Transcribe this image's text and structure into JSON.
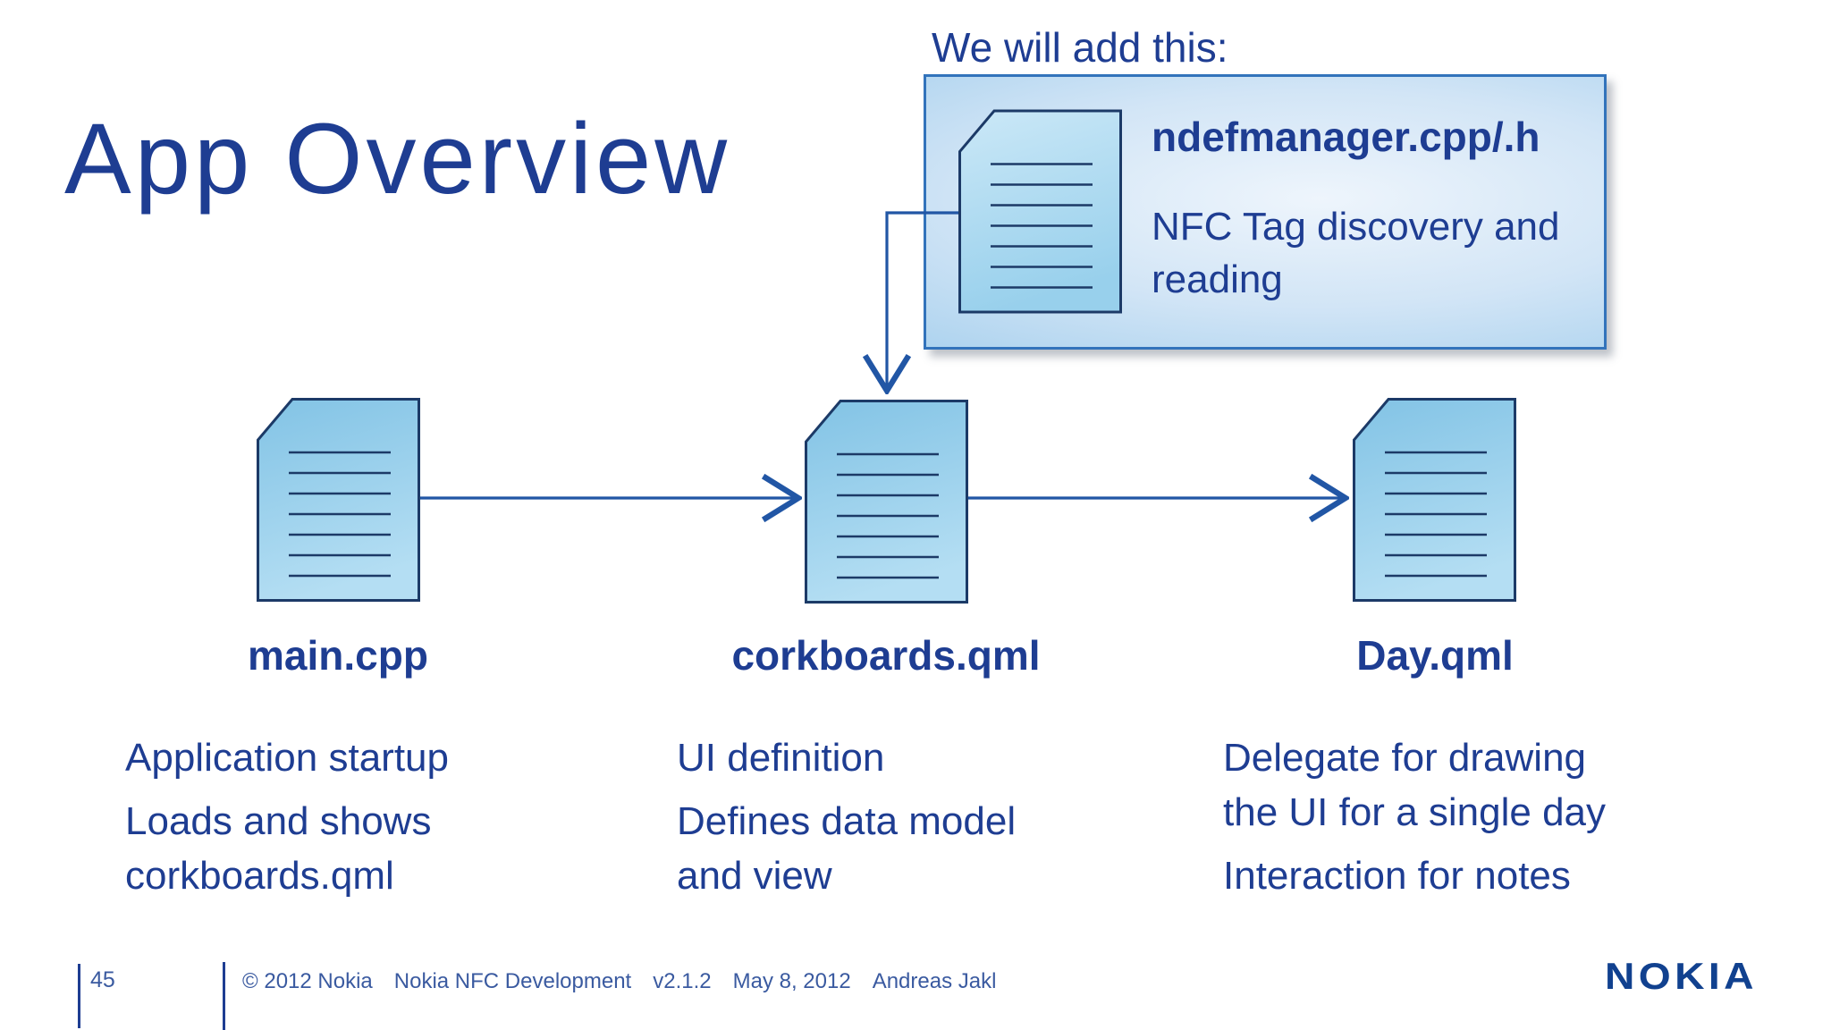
{
  "slide": {
    "title": "App Overview",
    "callout": {
      "label": "We will add this:",
      "file_name": "ndefmanager.cpp/.h",
      "description": "NFC Tag discovery and\nreading"
    },
    "nodes": [
      {
        "file": "main.cpp",
        "notes": [
          "Application startup",
          "Loads and shows\ncorkboards.qml"
        ]
      },
      {
        "file": "corkboards.qml",
        "notes": [
          "UI definition",
          "Defines data model\nand view"
        ]
      },
      {
        "file": "Day.qml",
        "notes": [
          "Delegate for drawing\nthe UI for a single day",
          "Interaction for notes"
        ]
      }
    ],
    "footer": {
      "page_number": "45",
      "meta": [
        "© 2012 Nokia",
        "Nokia NFC Development",
        "v2.1.2",
        "May 8, 2012",
        "Andreas Jakl"
      ],
      "logo_text": "NOKIA"
    },
    "colors": {
      "text_primary": "#1e3d92",
      "connector_blue": "#2156a5",
      "callout_border": "#3273bb",
      "doc_outline": "#1c3a67",
      "footer_text": "#3a5aa0",
      "nokia_blue": "#11418f"
    }
  }
}
